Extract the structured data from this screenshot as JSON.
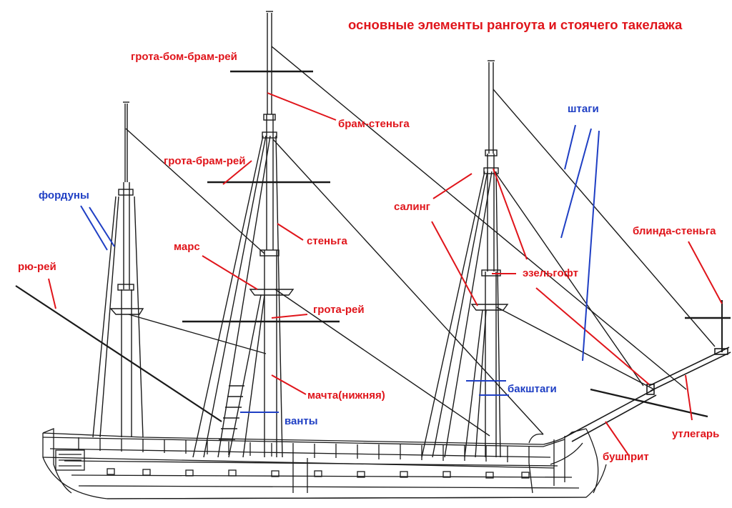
{
  "title": "основные элементы рангоута и стоячего такелажа",
  "colors": {
    "red_label": "#e0151b",
    "blue_label": "#1f3fc4",
    "ink": "#1a1a1a"
  },
  "labels": {
    "grota_bom_bram_rey": "грота-бом-брам-рей",
    "bram_stenga": "брам-стеньга",
    "grota_bram_rey": "грота-брам-рей",
    "fordunу": "фордуны",
    "ryu_rey": "рю-рей",
    "mars": "марс",
    "stenga": "стеньга",
    "grota_rey": "грота-рей",
    "machta": "мачта(нижняя)",
    "vanty": "ванты",
    "shtagi": "штаги",
    "saling": "салинг",
    "ezelgoft": "эзельгофт",
    "bakshtagi": "бакштаги",
    "blinda_stenga": "блинда-стеньга",
    "utlegar": "утлегарь",
    "bushprit": "бушприт"
  }
}
